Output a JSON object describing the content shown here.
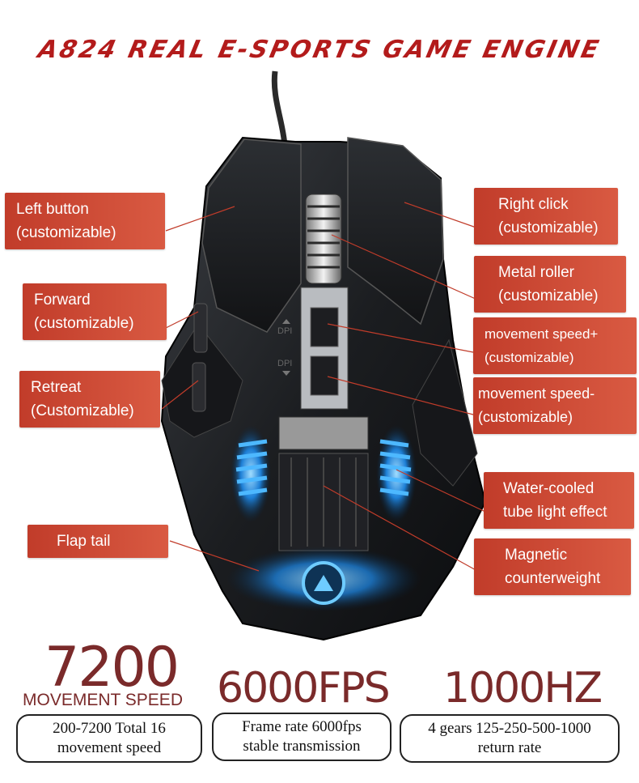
{
  "title": "A824 REAL E-SPORTS GAME ENGINE",
  "dpi_labels": {
    "up": "DPI",
    "down": "DPI"
  },
  "callouts": {
    "left_button": [
      "Left button",
      "(customizable)"
    ],
    "forward": [
      "Forward",
      "(customizable)"
    ],
    "retreat": [
      "Retreat",
      "(Customizable)"
    ],
    "flap_tail": [
      "Flap tail"
    ],
    "right_click": [
      "Right click",
      "(customizable)"
    ],
    "metal_roller": [
      "Metal roller",
      "(customizable)"
    ],
    "speed_plus": [
      "movement speed+",
      "(customizable)"
    ],
    "speed_minus": [
      "movement speed-",
      "(customizable)"
    ],
    "water_cooled": [
      "Water-cooled",
      "tube light effect"
    ],
    "magnetic": [
      "Magnetic",
      "counterweight"
    ]
  },
  "stats": [
    {
      "value": "7200",
      "caption": "MOVEMENT SPEED",
      "desc": [
        "200-7200 Total 16",
        "movement speed"
      ]
    },
    {
      "value": "6000FPS",
      "desc": [
        "Frame rate 6000fps",
        "stable transmission"
      ]
    },
    {
      "value": "1000HZ",
      "desc": [
        "4 gears 125-250-500-1000",
        "return rate"
      ]
    }
  ],
  "colors": {
    "title": "#b31b1b",
    "callout": "#c13c2a",
    "stat": "#7a2a2a",
    "glow": "#3aa8ff"
  }
}
